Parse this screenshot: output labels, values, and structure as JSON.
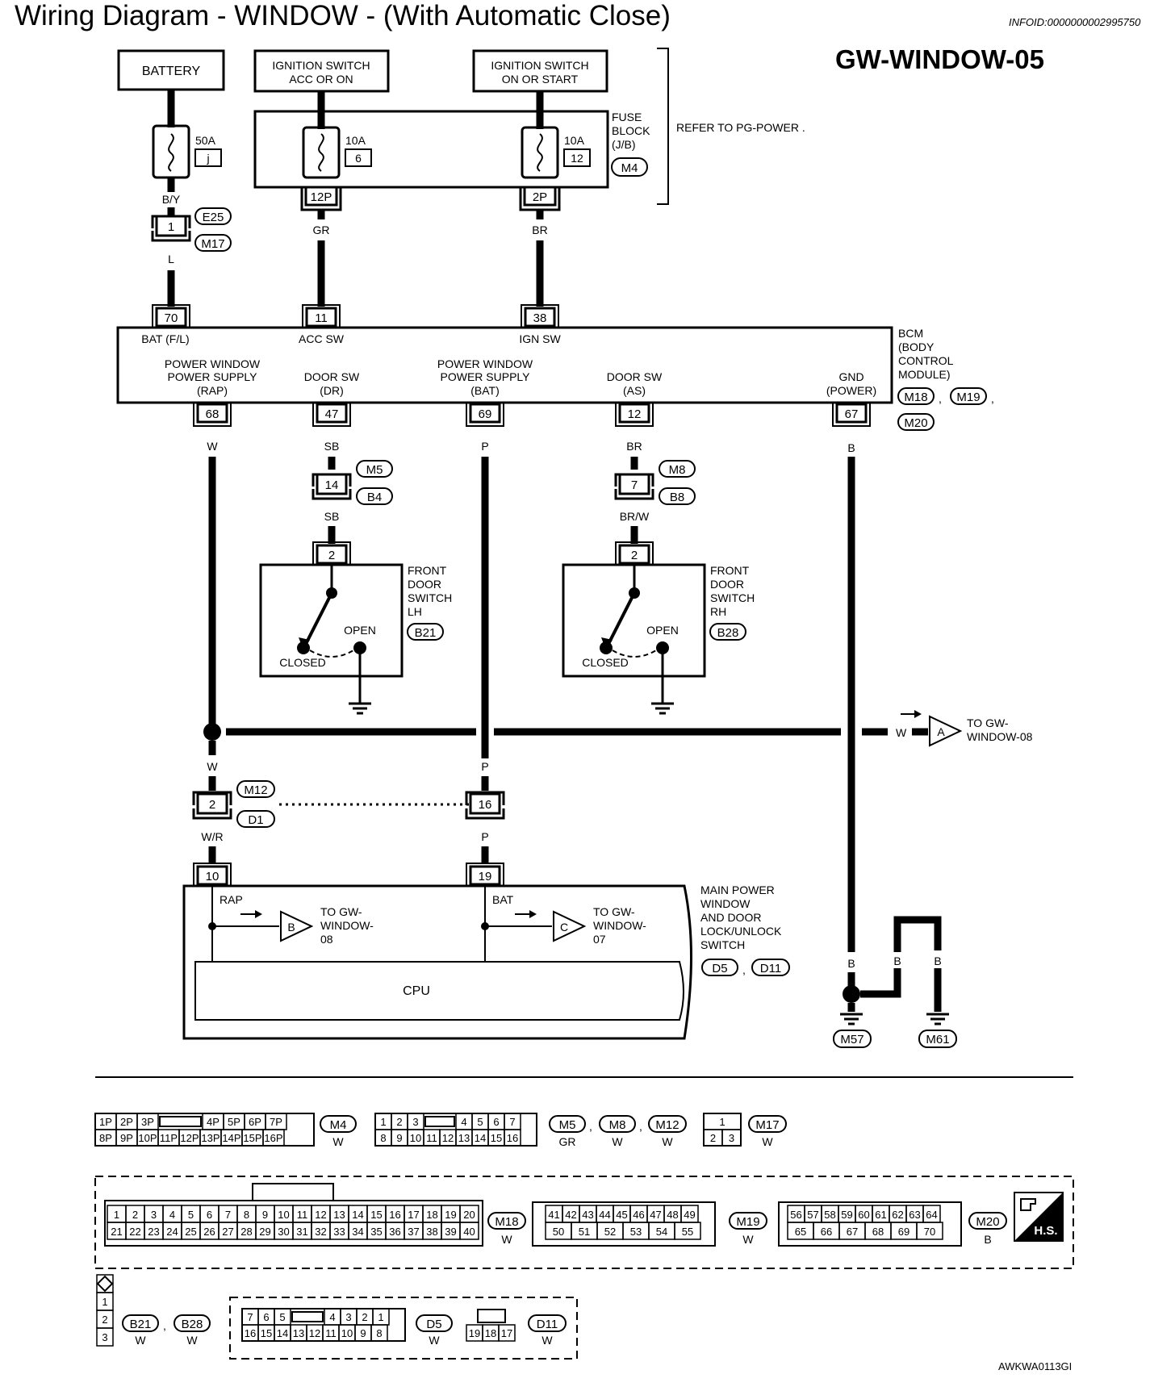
{
  "page": {
    "title": "Wiring Diagram - WINDOW - (With Automatic Close)",
    "info_id": "INFOID:0000000002995750",
    "diagram_code": "GW-WINDOW-05",
    "image_code": "AWKWA0113GI"
  },
  "power_sources": {
    "battery": "BATTERY",
    "ign_acc_line1": "IGNITION SWITCH",
    "ign_acc_line2": "ACC OR ON",
    "ign_on_line1": "IGNITION SWITCH",
    "ign_on_line2": "ON OR START"
  },
  "fuses": {
    "f1_amp": "50A",
    "f1_id": "j",
    "f2_amp": "10A",
    "f2_id": "6",
    "f3_amp": "10A",
    "f3_id": "12"
  },
  "fuse_block": {
    "line1": "FUSE",
    "line2": "BLOCK",
    "line3": "(J/B)",
    "connector": "M4",
    "refer": "REFER TO  PG-POWER ."
  },
  "wires": {
    "by": "B/Y",
    "l": "L",
    "gr": "GR",
    "br": "BR",
    "w": "W",
    "sb": "SB",
    "p": "P",
    "brw": "BR/W",
    "b": "B",
    "wr": "W/R"
  },
  "connectors": {
    "e25": "E25",
    "m17": "M17",
    "m5": "M5",
    "b4": "B4",
    "m8": "M8",
    "b8": "B8",
    "m12": "M12",
    "d1": "D1",
    "b21": "B21",
    "b28": "B28",
    "d5": "D5",
    "d11": "D11",
    "m57": "M57",
    "m61": "M61",
    "m18": "M18",
    "m19": "M19",
    "m20": "M20",
    "m4": "M4"
  },
  "pins": {
    "p12p": "12P",
    "p2p": "2P",
    "j1": "1",
    "bcm70": "70",
    "bcm11": "11",
    "bcm38": "38",
    "bcm68": "68",
    "bcm47": "47",
    "bcm69": "69",
    "bcm12": "12",
    "bcm67": "67",
    "j14": "14",
    "j7": "7",
    "s2a": "2",
    "s2b": "2",
    "j2": "2",
    "j16": "16",
    "sw10": "10",
    "sw19": "19"
  },
  "bcm": {
    "bat": "BAT (F/L)",
    "acc": "ACC SW",
    "ign": "IGN SW",
    "pwr_rap_1": "POWER WINDOW",
    "pwr_rap_2": "POWER SUPPLY",
    "pwr_rap_3": "(RAP)",
    "dr_1": "DOOR SW",
    "dr_2": "(DR)",
    "pwr_bat_1": "POWER WINDOW",
    "pwr_bat_2": "POWER SUPPLY",
    "pwr_bat_3": "(BAT)",
    "as_1": "DOOR SW",
    "as_2": "(AS)",
    "gnd_1": "GND",
    "gnd_2": "(POWER)",
    "name_1": "BCM",
    "name_2": "(BODY",
    "name_3": "CONTROL",
    "name_4": "MODULE)"
  },
  "door_switches": {
    "lh_1": "FRONT",
    "lh_2": "DOOR",
    "lh_3": "SWITCH",
    "lh_4": "LH",
    "rh_1": "FRONT",
    "rh_2": "DOOR",
    "rh_3": "SWITCH",
    "rh_4": "RH",
    "open": "OPEN",
    "closed": "CLOSED"
  },
  "offpage": {
    "a": "A",
    "a_1": "TO GW-",
    "a_2": "WINDOW-08",
    "b": "B",
    "b_1": "TO GW-",
    "b_2": "WINDOW-",
    "b_3": "08",
    "c": "C",
    "c_1": "TO GW-",
    "c_2": "WINDOW-",
    "c_3": "07"
  },
  "main_switch": {
    "rap": "RAP",
    "bat": "BAT",
    "cpu": "CPU",
    "name_1": "MAIN POWER",
    "name_2": "WINDOW",
    "name_3": "AND DOOR",
    "name_4": "LOCK/UNLOCK",
    "name_5": "SWITCH"
  },
  "connector_views": {
    "m4_top": [
      "1P",
      "2P",
      "3P",
      "4P",
      "5P",
      "6P",
      "7P"
    ],
    "m4_bot": [
      "8P",
      "9P",
      "10P",
      "11P",
      "12P",
      "13P",
      "14P",
      "15P",
      "16P"
    ],
    "m4_color": "W",
    "m5_top": [
      "1",
      "2",
      "3",
      "4",
      "5",
      "6",
      "7"
    ],
    "m5_bot": [
      "8",
      "9",
      "10",
      "11",
      "12",
      "13",
      "14",
      "15",
      "16"
    ],
    "m5_color": "GR",
    "m8_color": "W",
    "m12_color": "W",
    "m17_top": [
      "1"
    ],
    "m17_bot": [
      "2",
      "3"
    ],
    "m17_color": "W",
    "m18_top": [
      "1",
      "2",
      "3",
      "4",
      "5",
      "6",
      "7",
      "8",
      "9",
      "10",
      "11",
      "12",
      "13",
      "14",
      "15",
      "16",
      "17",
      "18",
      "19",
      "20"
    ],
    "m18_bot": [
      "21",
      "22",
      "23",
      "24",
      "25",
      "26",
      "27",
      "28",
      "29",
      "30",
      "31",
      "32",
      "33",
      "34",
      "35",
      "36",
      "37",
      "38",
      "39",
      "40"
    ],
    "m18_color": "W",
    "m19_top": [
      "41",
      "42",
      "43",
      "44",
      "45",
      "46",
      "47",
      "48",
      "49"
    ],
    "m19_bot": [
      "50",
      "51",
      "52",
      "53",
      "54",
      "55"
    ],
    "m19_color": "W",
    "m20_top": [
      "56",
      "57",
      "58",
      "59",
      "60",
      "61",
      "62",
      "63",
      "64"
    ],
    "m20_bot": [
      "65",
      "66",
      "67",
      "68",
      "69",
      "70"
    ],
    "m20_color": "B",
    "hs": "H.S.",
    "b21_pins": [
      "1",
      "2",
      "3"
    ],
    "b21_color": "W",
    "b28_color": "W",
    "d5_top": [
      "7",
      "6",
      "5",
      "4",
      "3",
      "2",
      "1"
    ],
    "d5_bot": [
      "16",
      "15",
      "14",
      "13",
      "12",
      "11",
      "10",
      "9",
      "8"
    ],
    "d5_color": "W",
    "d11_pins": [
      "19",
      "18",
      "17"
    ],
    "d11_color": "W"
  }
}
